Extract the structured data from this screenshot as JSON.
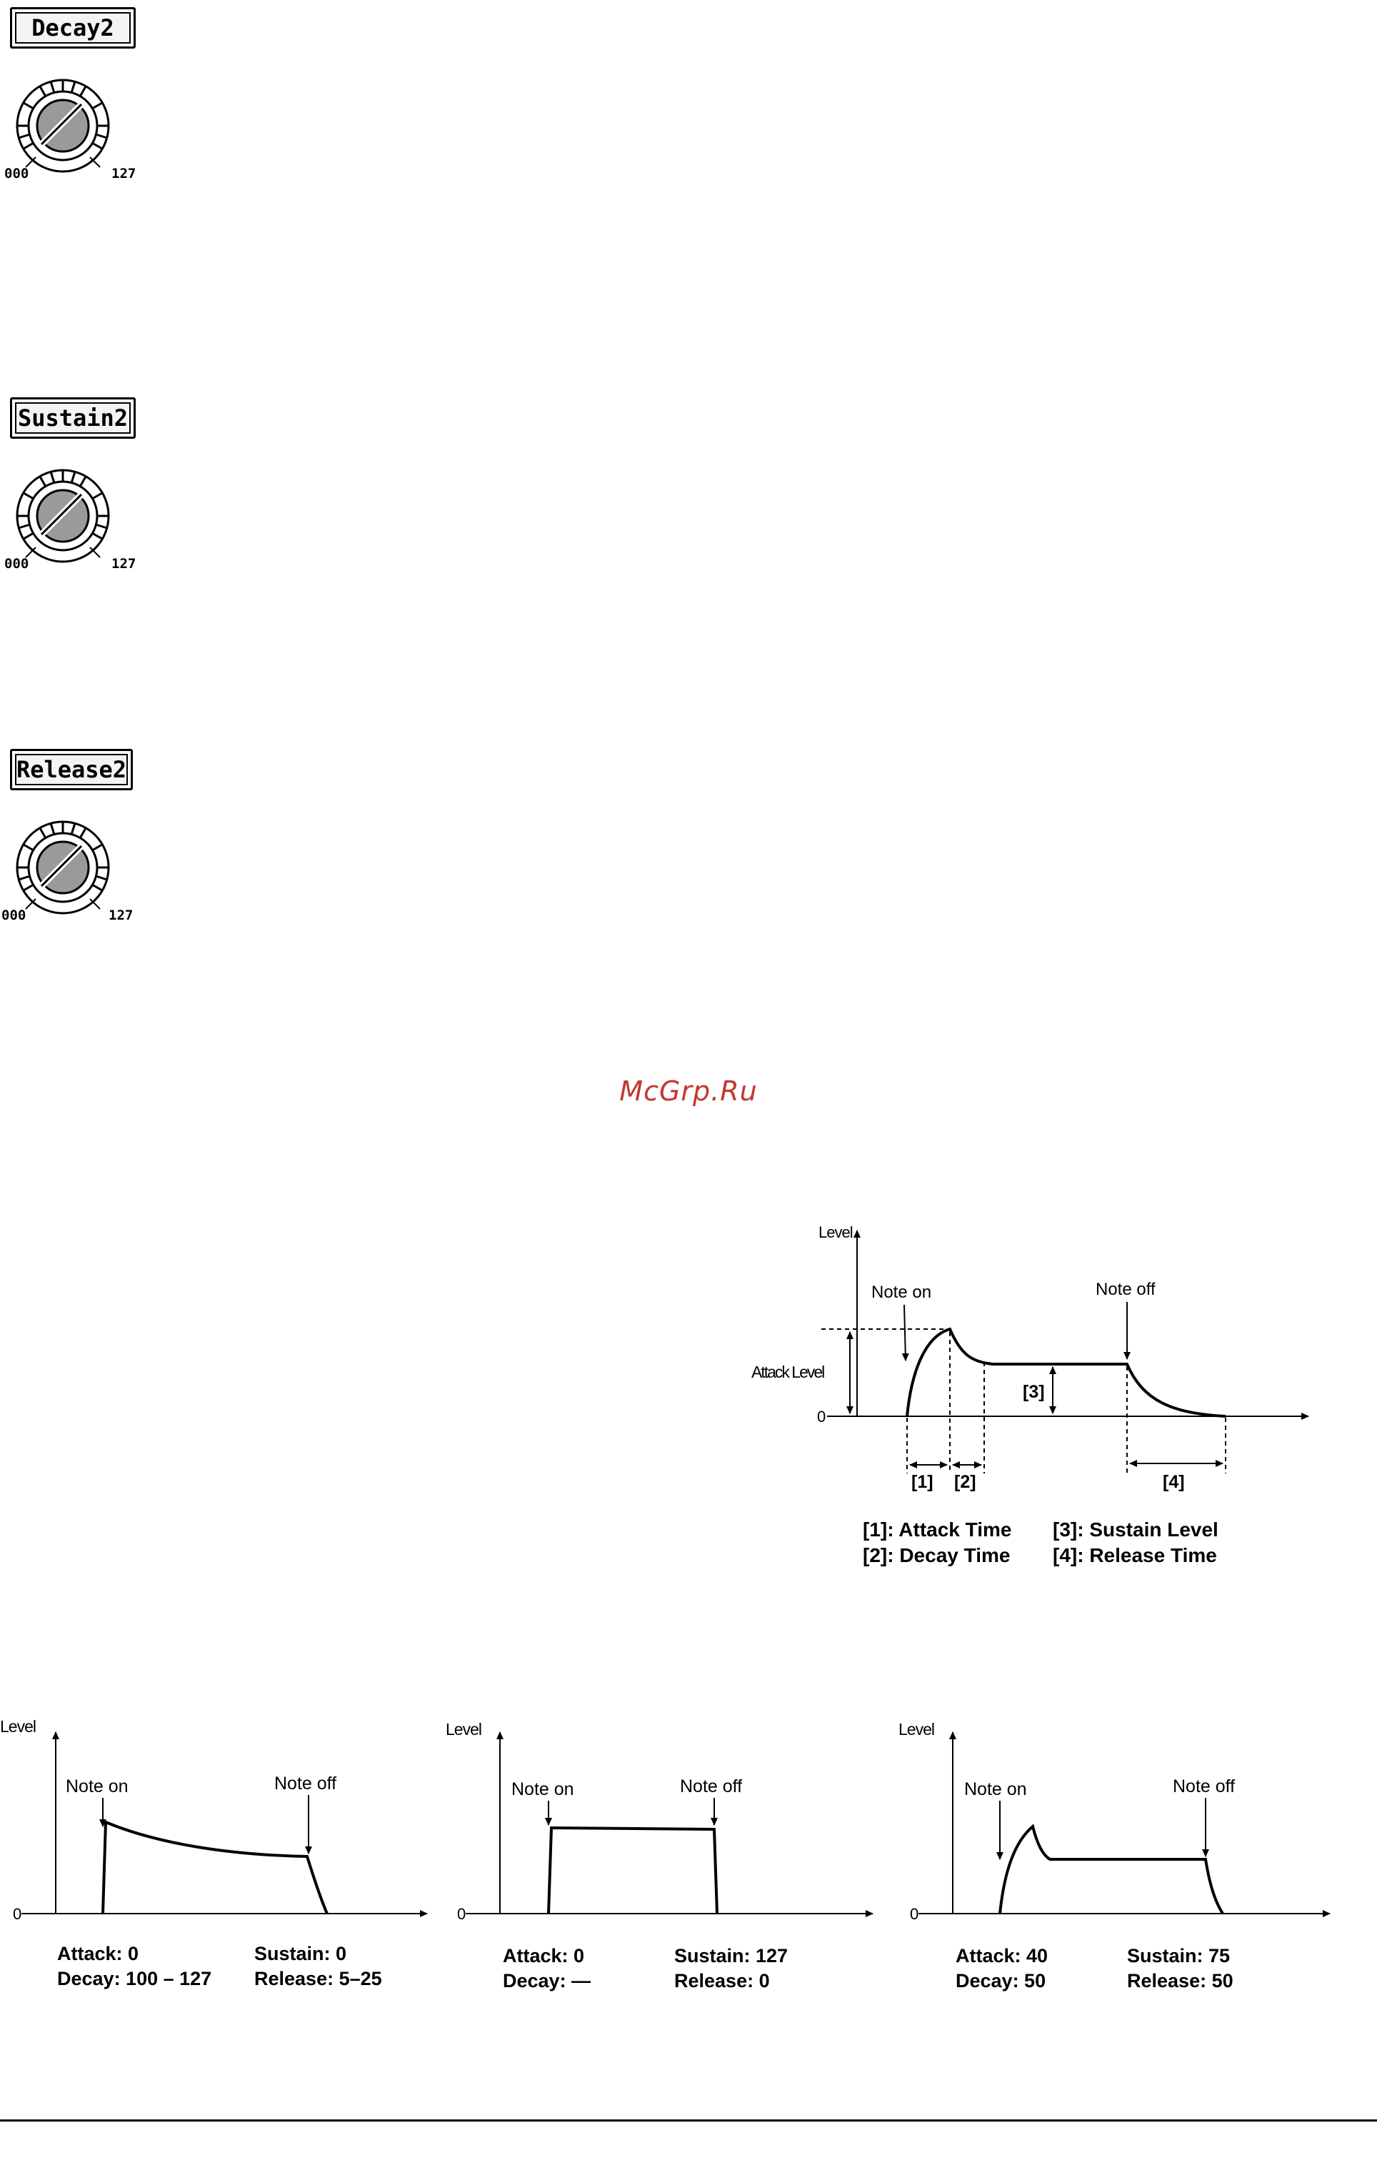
{
  "parameters": [
    {
      "name": "Decay2",
      "min": "000",
      "max": "127"
    },
    {
      "name": "Sustain2",
      "min": "000",
      "max": "127"
    },
    {
      "name": "Release2",
      "min": "000",
      "max": "127"
    }
  ],
  "watermark": "McGrp.Ru",
  "adsr_diagram": {
    "level": "Level",
    "note_on": "Note on",
    "note_off": "Note off",
    "attack_level": "Attack Level",
    "zero": "0",
    "markers": [
      "[1]",
      "[2]",
      "[3]",
      "[4]"
    ],
    "legend": [
      "[1]: Attack Time",
      "[2]: Decay Time",
      "[3]: Sustain Level",
      "[4]: Release Time"
    ]
  },
  "examples": [
    {
      "level": "Level",
      "note_on": "Note on",
      "note_off": "Note off",
      "zero": "0",
      "attack": "Attack: 0",
      "decay": "Decay: 100 – 127",
      "sustain": "Sustain: 0",
      "release": "Release: 5–25"
    },
    {
      "level": "Level",
      "note_on": "Note on",
      "note_off": "Note off",
      "zero": "0",
      "attack": "Attack: 0",
      "decay": "Decay: —",
      "sustain": "Sustain: 127",
      "release": "Release: 0"
    },
    {
      "level": "Level",
      "note_on": "Note on",
      "note_off": "Note off",
      "zero": "0",
      "attack": "Attack: 40",
      "decay": "Decay: 50",
      "sustain": "Sustain: 75",
      "release": "Release: 50"
    }
  ]
}
